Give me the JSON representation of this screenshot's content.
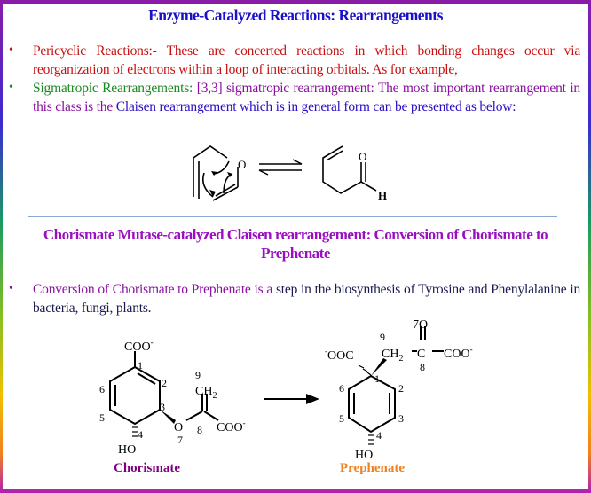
{
  "slide": {
    "title": "Enzyme-Catalyzed Reactions: Rearrangements",
    "bullets": [
      {
        "text": "Pericyclic Reactions:- These are concerted reactions in which bonding changes occur via reorganization of electrons within a loop of interacting orbitals. As for example,"
      },
      {
        "lead": "Sigmatropic Rearrangements:",
        "mid": " [3,3] sigmatropic rearrangement: The most important rearrangement in this class is the ",
        "tail": "Claisen rearrangement which is in general form can be presented as below:"
      }
    ],
    "claisen": {
      "oxygen": "O",
      "product_oxygen": "O",
      "product_h": "H"
    },
    "section_title": "Chorismate Mutase-catalyzed Claisen rearrangement: Conversion of Chorismate to Prephenate",
    "bullet3": {
      "lead": "Conversion of Chorismate to Prephenate is a",
      "tail": " step in the biosynthesis of Tyrosine and Phenylalanine in bacteria, fungi, plants."
    },
    "chorismate": {
      "coo_top": "COO",
      "charge": "-",
      "n1": "1",
      "n2": "2",
      "n3": "3",
      "n4": "4",
      "n5": "5",
      "n6": "6",
      "n7": "7",
      "n8": "8",
      "n9": "9",
      "ch2": "CH",
      "sub2": "2",
      "o": "O",
      "coo_side": "COO",
      "ho": "HO",
      "name": "Chorismate"
    },
    "prephenate": {
      "ooc": "OOC",
      "charge": "-",
      "ch2": "CH",
      "sub2": "2",
      "c": "C",
      "o7": "7O",
      "coo": "COO",
      "n1": "1",
      "n2": "2",
      "n3": "3",
      "n4": "4",
      "n5": "5",
      "n6": "6",
      "n8": "8",
      "n9": "9",
      "ho": "HO",
      "name": "Prephenate"
    },
    "colors": {
      "title": "#1a10c8",
      "section": "#9a10c0",
      "red": "#c81010",
      "green": "#1a8a20",
      "purple": "#8a10a0",
      "blue": "#2a10c0",
      "chorismate": "#800080",
      "prephenate": "#f08020"
    }
  }
}
